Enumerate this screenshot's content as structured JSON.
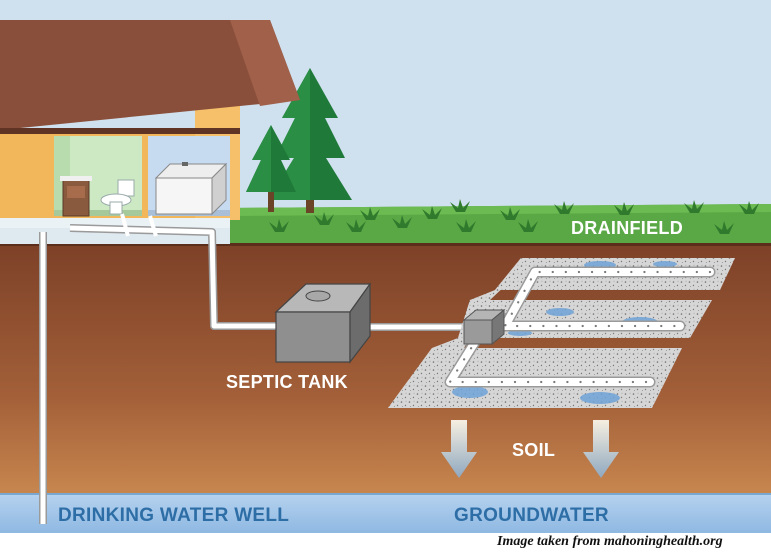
{
  "labels": {
    "drainfield": "DRAINFIELD",
    "septic_tank": "SEPTIC TANK",
    "soil": "SOIL",
    "drinking_water_well": "DRINKING WATER WELL",
    "groundwater": "GROUNDWATER"
  },
  "credit": "Image taken from mahoninghealth.org",
  "colors": {
    "sky": "#cfe0ee",
    "grass": "#5aa845",
    "soil_top": "#8a4a2c",
    "soil_bottom": "#c07a4a",
    "groundwater": "#9fc3e8",
    "roof": "#8a4f3a",
    "house_wall": "#f2b75a",
    "tank": "#8f8f8f",
    "gravel": "#d8d8d8",
    "label_white": "#ffffff",
    "label_blue": "#2e6ea6"
  }
}
